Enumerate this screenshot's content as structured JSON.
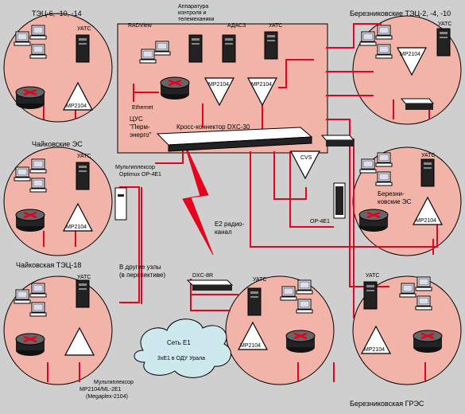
{
  "nodes": {
    "tl": {
      "title": "ТЭЦ-6, -10, -14",
      "uats": "УАТС",
      "mux": "MP2104"
    },
    "cl": {
      "title": "Чайковские ЭС",
      "uats": "УАТС",
      "mux": "MP2104",
      "side_label": "Мультиплексор\nOptimux OP-4E1"
    },
    "bl": {
      "title": "Чайковская ТЭЦ-18",
      "uats": "УАТС",
      "mux_caption": "Мультиплексор\nMP2104/ML-2E1\n(Megaplex-2104)"
    },
    "center": {
      "radview": "RADView",
      "telemech": "Аппаратура\nконтроля и\nтелемеханики",
      "adasz": "АДАСЗ",
      "uats": "УАТС",
      "mux1": "MP2104",
      "mux2": "MP2104",
      "ethernet": "Ethernet",
      "cus": "ЦУС\n\"Перм-\nэнерго\"",
      "dxc": "Кросс-коннектор DXC-30",
      "cvs": "CVS"
    },
    "tr": {
      "title": "Березниковские ТЭЦ-2, -4, -10",
      "uats": "УАТС",
      "mux": "MP2104"
    },
    "cr": {
      "title": "Березни-\nковские ЭС",
      "uats": "УАТС",
      "mux": "MP2104",
      "op4e1": "OP-4E1"
    },
    "bc": {
      "uats": "УАТС",
      "mux": "MP2104",
      "dxc8r": "DXC-8R"
    },
    "br": {
      "title": "Березниковская ГРЭС",
      "uats": "УАТС",
      "mux": "MP2104"
    },
    "radio": "E2 радио-\nканал",
    "other_nodes": "В другие узлы\n(в перспективе)",
    "cloud": {
      "line1": "Сеть E1",
      "line2": "3хE1 в ОДУ Урала"
    }
  },
  "colors": {
    "bubble": "#f2b3a8",
    "bubble_stroke": "#000000",
    "line": "#e8001c",
    "background": "#cfcfcf"
  }
}
